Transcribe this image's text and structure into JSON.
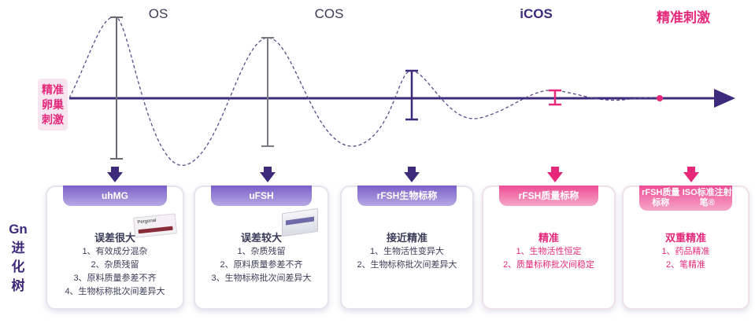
{
  "side_label": {
    "lines": [
      "精准",
      "卵巢",
      "刺激"
    ]
  },
  "stages": [
    "OS",
    "COS",
    "iCOS",
    "精准刺激"
  ],
  "gn_label": [
    "Gn",
    "进",
    "化",
    "树"
  ],
  "colors": {
    "purple": "#3d2a7a",
    "pink": "#e6287a",
    "wave": "#5a4a8a"
  },
  "cards": [
    {
      "tab": "uhMG",
      "head": "误差很大",
      "items": [
        "1、有效成分混杂",
        "2、杂质残留",
        "3、原料质量参差不齐",
        "4、生物标称批次间差异大"
      ],
      "product_brand": "Pergonal"
    },
    {
      "tab": "uFSH",
      "head": "误差较大",
      "items": [
        "1、杂质残留",
        "2、原料质量参差不齐",
        "3、生物标称批次间差异大"
      ]
    },
    {
      "tab": "rFSH生物标称",
      "head": "接近精准",
      "items": [
        "1、生物活性变异大",
        "2、生物标称批次间差异大"
      ]
    },
    {
      "tab": "rFSH质量标称",
      "head": "精准",
      "items": [
        "1、生物活性恒定",
        "2、质量标称批次间稳定"
      ]
    },
    {
      "tab_lines": [
        "rFSH质量标称",
        "ISO标准注射笔®"
      ],
      "head": "双重精准",
      "items": [
        "1、药品精准",
        "2、笔精准"
      ]
    }
  ]
}
